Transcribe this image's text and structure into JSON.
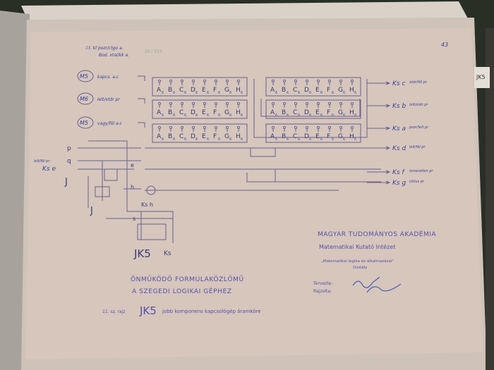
{
  "header_notes": {
    "line1": "l.t. kl  pozr/ctgo a.",
    "line2": "Bod.  xtal/kk a.",
    "page_marks": "20 / 515",
    "corner_tag": "JK5",
    "sheet_number": "43"
  },
  "inputs": [
    {
      "circle": "M5",
      "label": "kapcs. a.c"
    },
    {
      "circle": "M6",
      "label": "lelt/xtdr pr"
    },
    {
      "circle": "M5",
      "label": "vagy/föl a.c"
    }
  ],
  "rows": [
    {
      "letters": [
        "A",
        "B",
        "C",
        "D",
        "E",
        "F",
        "G",
        "H"
      ],
      "sub": "6"
    },
    {
      "letters": [
        "A",
        "B",
        "C",
        "D",
        "E",
        "F",
        "G",
        "H"
      ],
      "sub": "6"
    },
    {
      "letters": [
        "A",
        "B",
        "C",
        "D",
        "E",
        "F",
        "G",
        "H"
      ],
      "sub": "6"
    }
  ],
  "outputs": [
    {
      "label": "Ks c",
      "note": "xtdr/föl pr"
    },
    {
      "label": "Ks b",
      "note": "lelt/xtdr pr"
    },
    {
      "label": "Ks a",
      "note": "pozr/lelt pr"
    },
    {
      "label": "Ks d",
      "note": "lelt/föl pr"
    },
    {
      "label": "Ks f",
      "note": "ismeretlen pr"
    },
    {
      "label": "Ks g",
      "note": "ciklus pr"
    }
  ],
  "left_circuit": {
    "p": "p",
    "q": "q",
    "e": "e",
    "h": "h",
    "s": "s",
    "kse": "Ks e",
    "kse_note": "lelt/föl pr",
    "j1": "J",
    "j2": "J",
    "ksh": "Ks h",
    "jk5": "JK5",
    "ks": "Ks"
  },
  "institution": {
    "name": "MAGYAR TUDOMÁNYOS AKADÉMIA",
    "institute": "Matematikai Kutató Intézet",
    "department": "„Matematikai logika és alkalmazásai\"",
    "department2": "Osztály",
    "designed": "Tervezte:",
    "drawn": "Rajzolta:"
  },
  "title": {
    "line1": "ÖNMŰKÖDŐ FORMULAKÖZLŐMŰ",
    "line2": "A SZEGEDI LOGIKAI GÉPHEZ",
    "drawing_no": "11. sz. rajz",
    "jk": "JK5",
    "caption": "jobb komponens kapcsológép áramköre"
  }
}
